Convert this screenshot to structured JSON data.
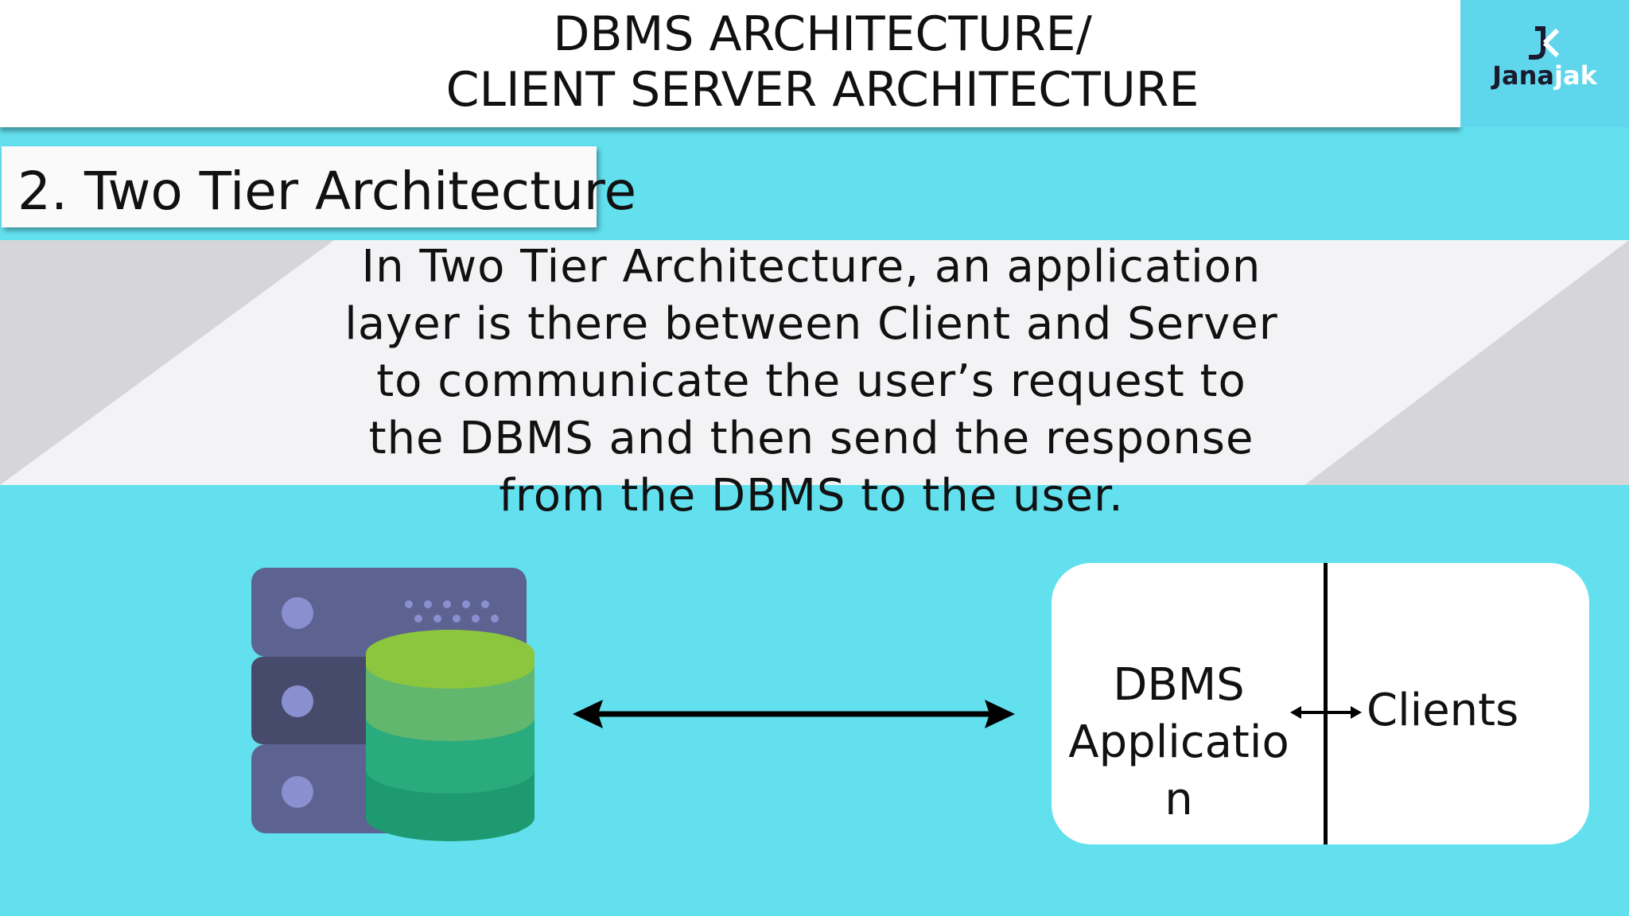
{
  "header": {
    "title_line1": "DBMS ARCHITECTURE/",
    "title_line2": "CLIENT SERVER ARCHITECTURE"
  },
  "logo": {
    "text_part1": "Jana",
    "text_part2": "jak"
  },
  "section": {
    "title": "2. Two Tier Architecture"
  },
  "banner": {
    "lines": [
      "In Two Tier Architecture, an application",
      "layer is there between Client and Server",
      "to communicate the user’s request to",
      "the DBMS and then send the response",
      "from the DBMS to the user."
    ]
  },
  "diagram": {
    "app_box": {
      "left_line1": "DBMS",
      "left_line2": "Applicatio",
      "left_line3": "n",
      "right_label": "Clients"
    }
  },
  "colors": {
    "background": "#62e0ee",
    "header_bg": "#ffffff",
    "logo_bg": "#5fd6ec",
    "banner_gray": "#d6d6d8",
    "server_rack": "#5c6390",
    "server_rack_dark": "#464b6b",
    "server_light": "#8a8fd0",
    "db_top": "#8cc63e",
    "db_mid1": "#62b76e",
    "db_mid2": "#2aab7e",
    "db_bottom": "#1e9a70"
  }
}
